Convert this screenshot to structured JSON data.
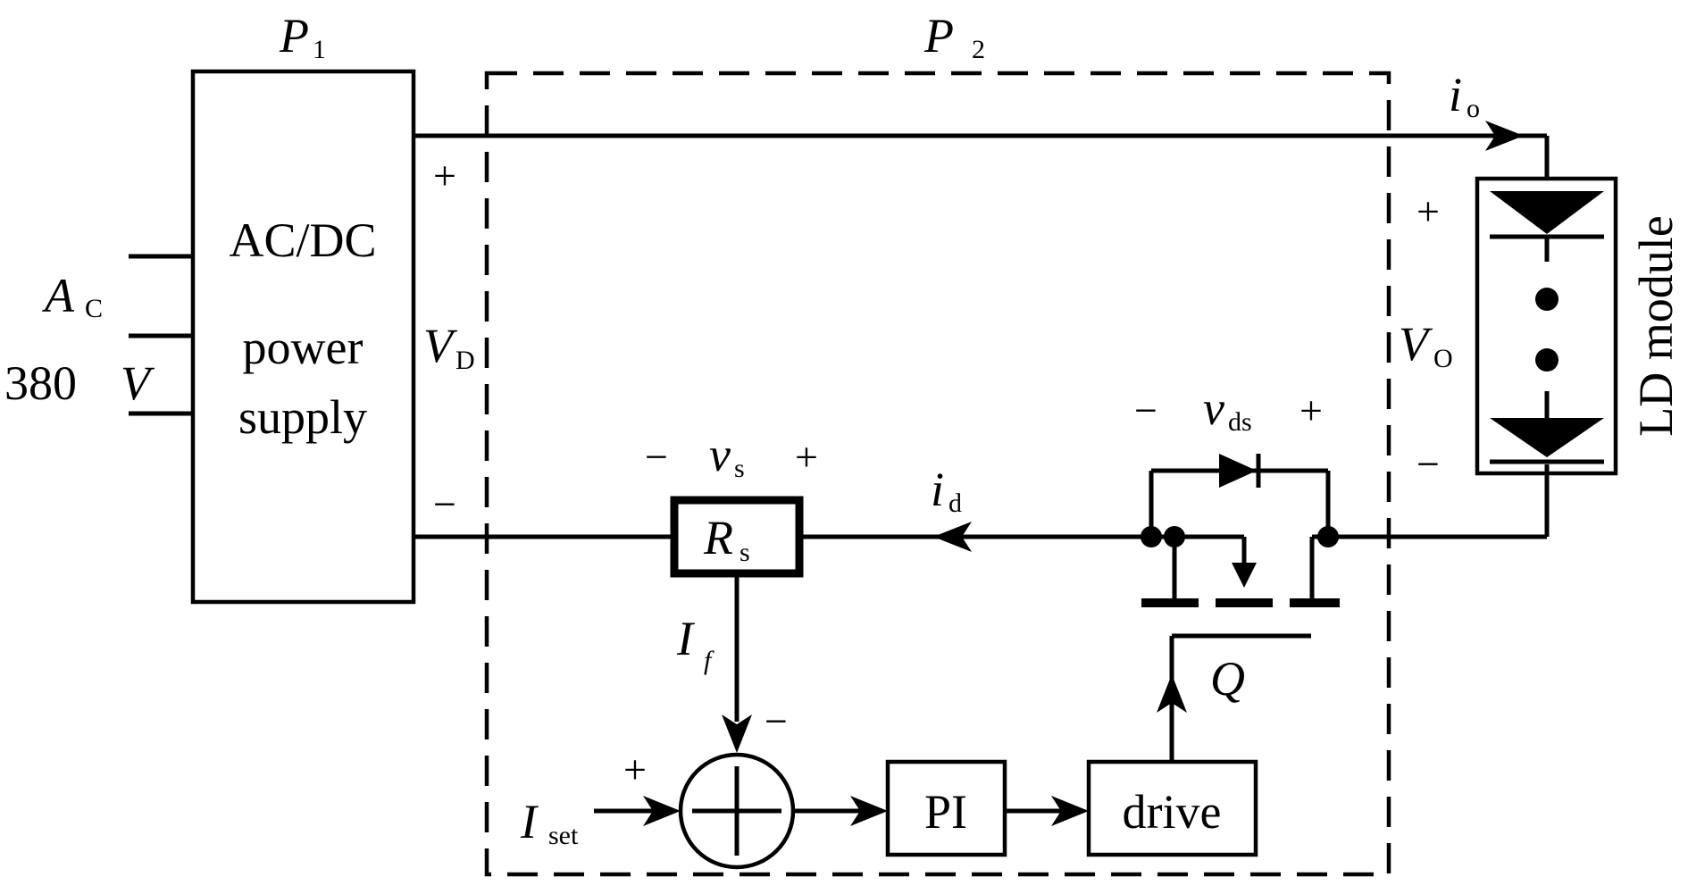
{
  "blocks": {
    "p1_label": "P",
    "p1_sub": "1",
    "p2_label": "P",
    "p2_sub": "2",
    "acdc_line1": "AC/DC",
    "acdc_line2": "power",
    "acdc_line3": "supply",
    "ld_module": "LD module",
    "rs_label": "R",
    "rs_sub": "s",
    "pi_label": "PI",
    "drive_label": "drive"
  },
  "signals": {
    "ac_label": "A",
    "ac_sub": "C",
    "voltage_value": "380",
    "voltage_unit": "V",
    "vd_label": "V",
    "vd_sub": "D",
    "vo_label": "V",
    "vo_sub": "O",
    "io_label": "i",
    "io_sub": "o",
    "id_label": "i",
    "id_sub": "d",
    "vs_label": "v",
    "vs_sub": "s",
    "vds_label": "v",
    "vds_sub": "ds",
    "if_label": "I",
    "if_sub": "f",
    "iset_label": "I",
    "iset_sub": "set",
    "q_label": "Q"
  },
  "signs": {
    "plus": "+",
    "minus": "−"
  }
}
